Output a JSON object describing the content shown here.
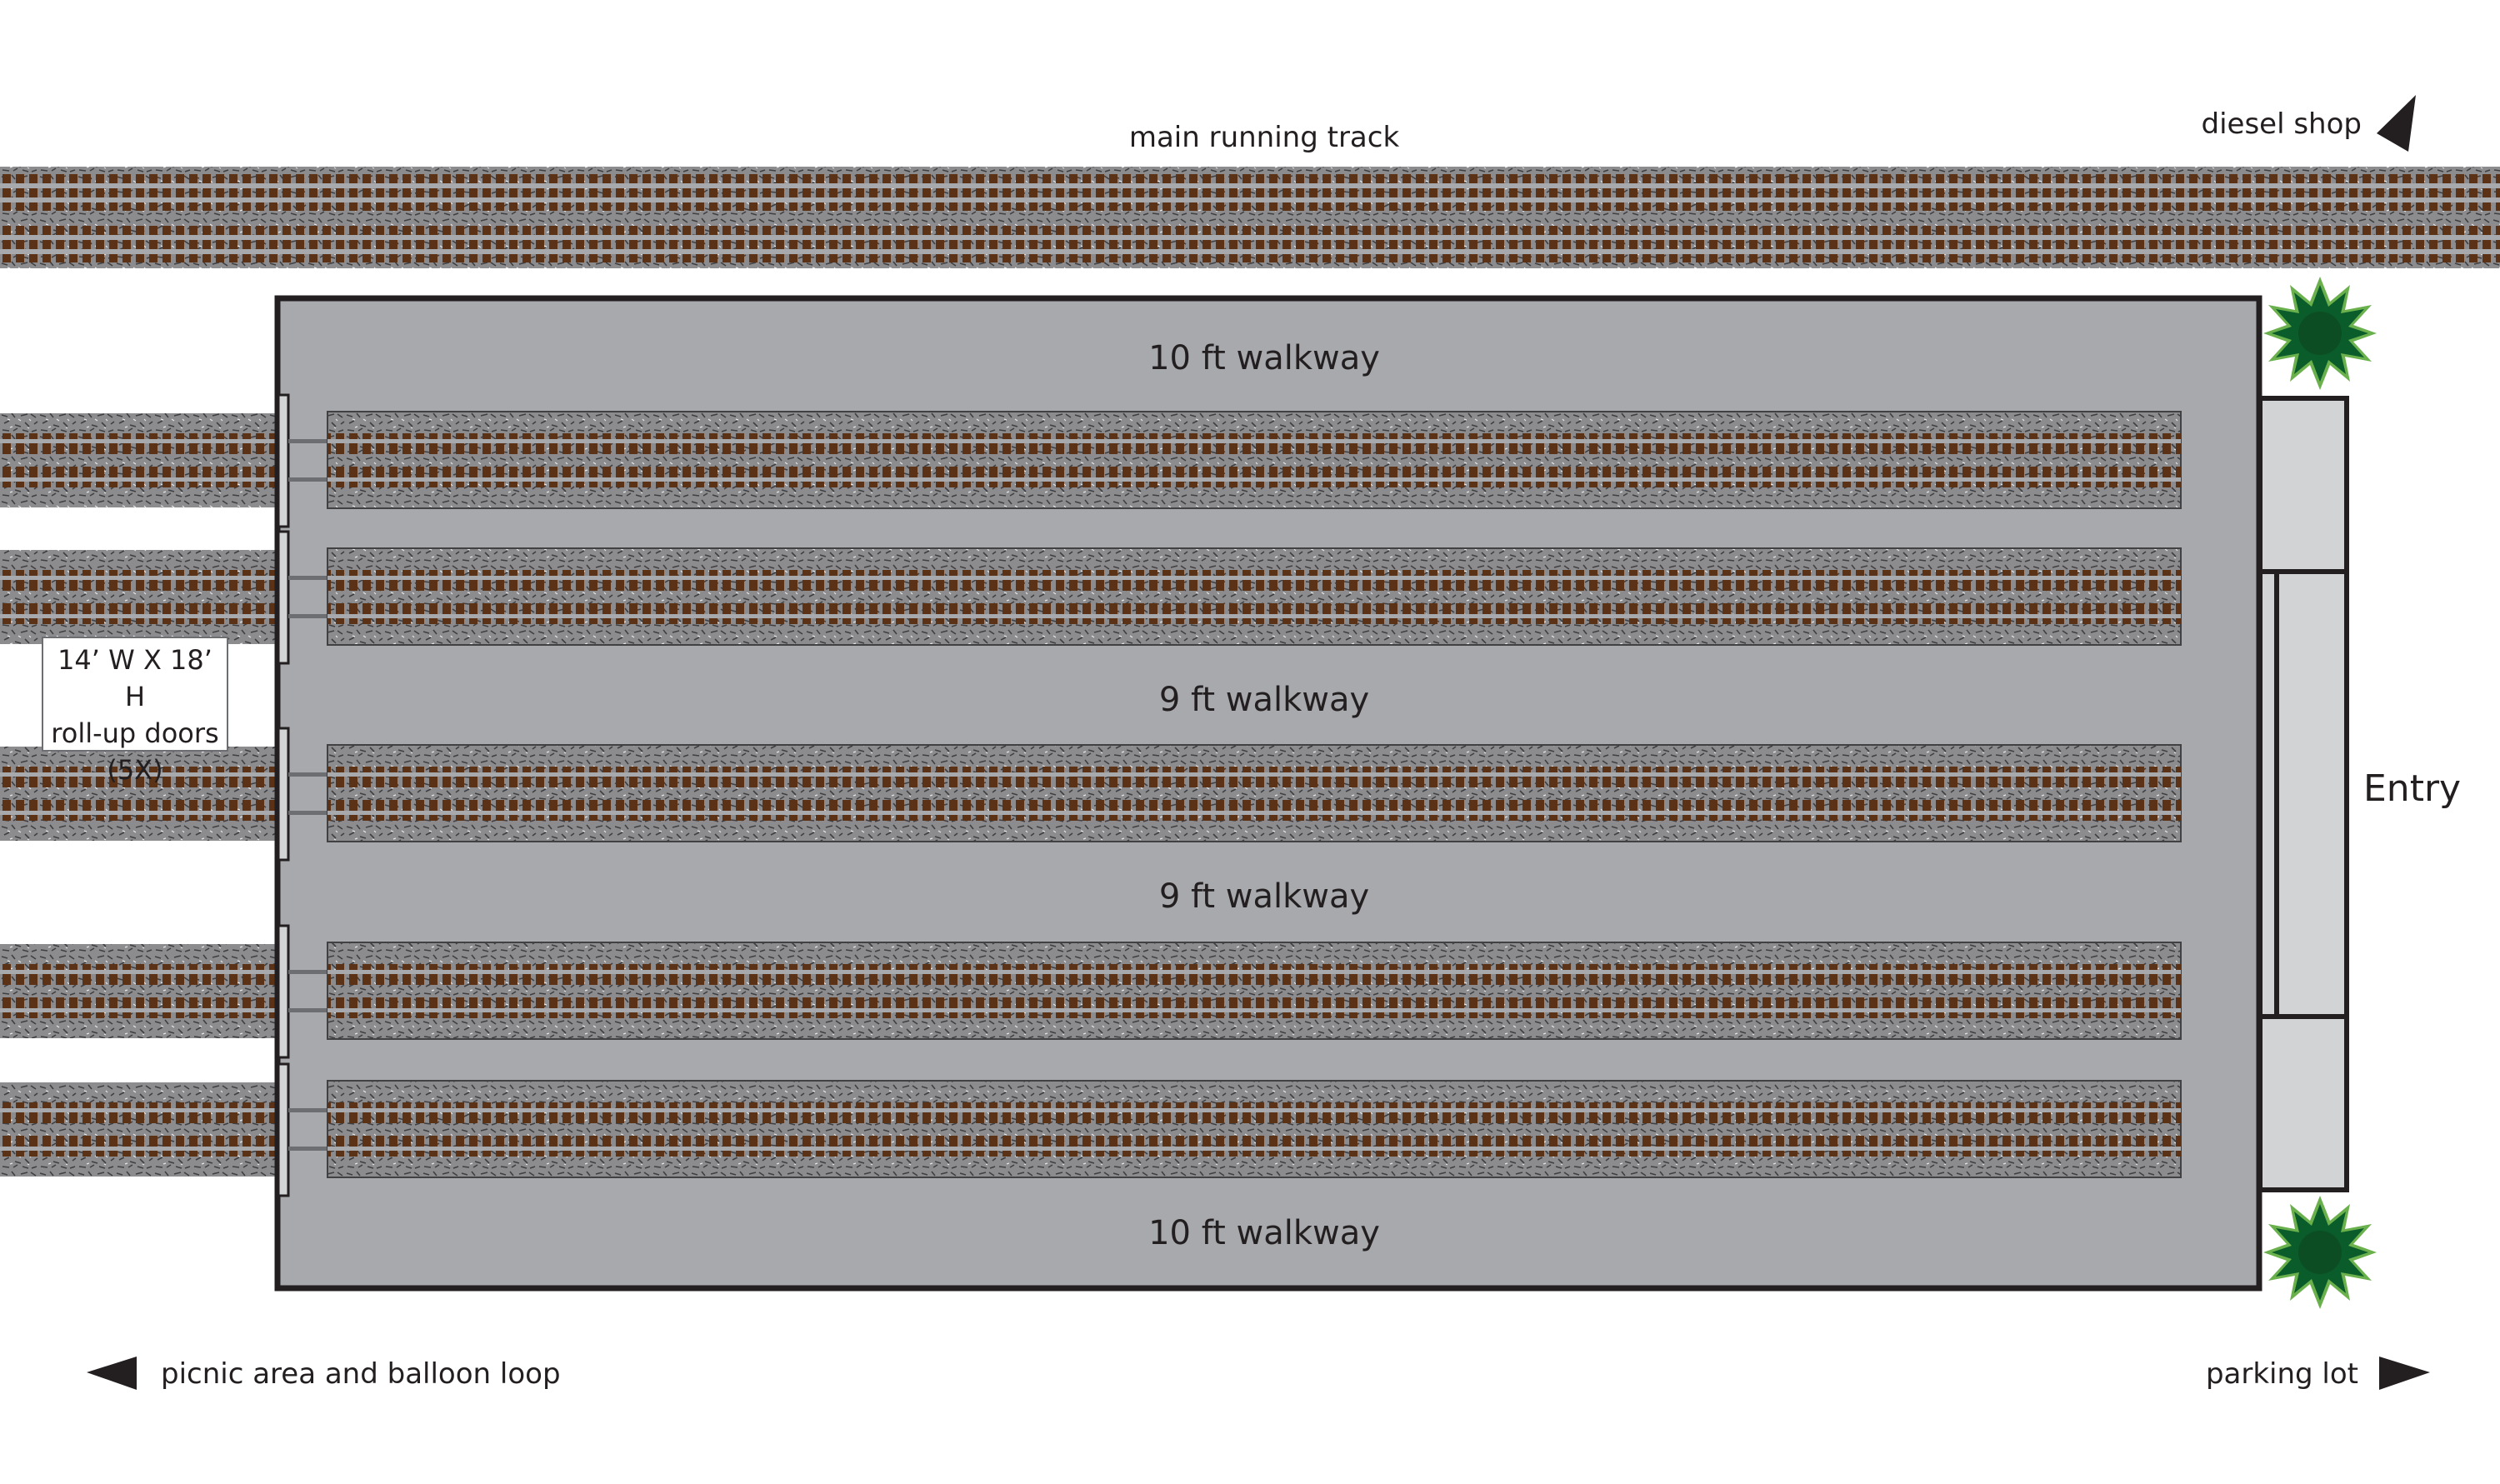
{
  "labels": {
    "main_track": "main running track",
    "diesel_shop": "diesel shop",
    "walkway_top": "10 ft walkway",
    "walkway_mid1": "9 ft walkway",
    "walkway_mid2": "9 ft walkway",
    "walkway_bottom": "10 ft walkway",
    "entry": "Entry",
    "picnic": "picnic area and balloon loop",
    "parking": "parking lot"
  },
  "door_note": {
    "line1": "14’ W X 18’ H",
    "line2": "roll-up doors",
    "line3": "(5X)"
  },
  "icons": {
    "direction": "arrow-triangle-icon",
    "tree": "shrub-icon"
  },
  "colors": {
    "building_floor": "#a7a9ac",
    "building_outline": "#231f20",
    "ballast": "#8c8c8e",
    "ballast_speck": "#3f3f41",
    "tie": "#5b3216",
    "rail": "#a7a9ac",
    "entry_fill": "#d1d3d4",
    "shrub": "#0a5c2a",
    "shrub_tip": "#6ab04c"
  }
}
